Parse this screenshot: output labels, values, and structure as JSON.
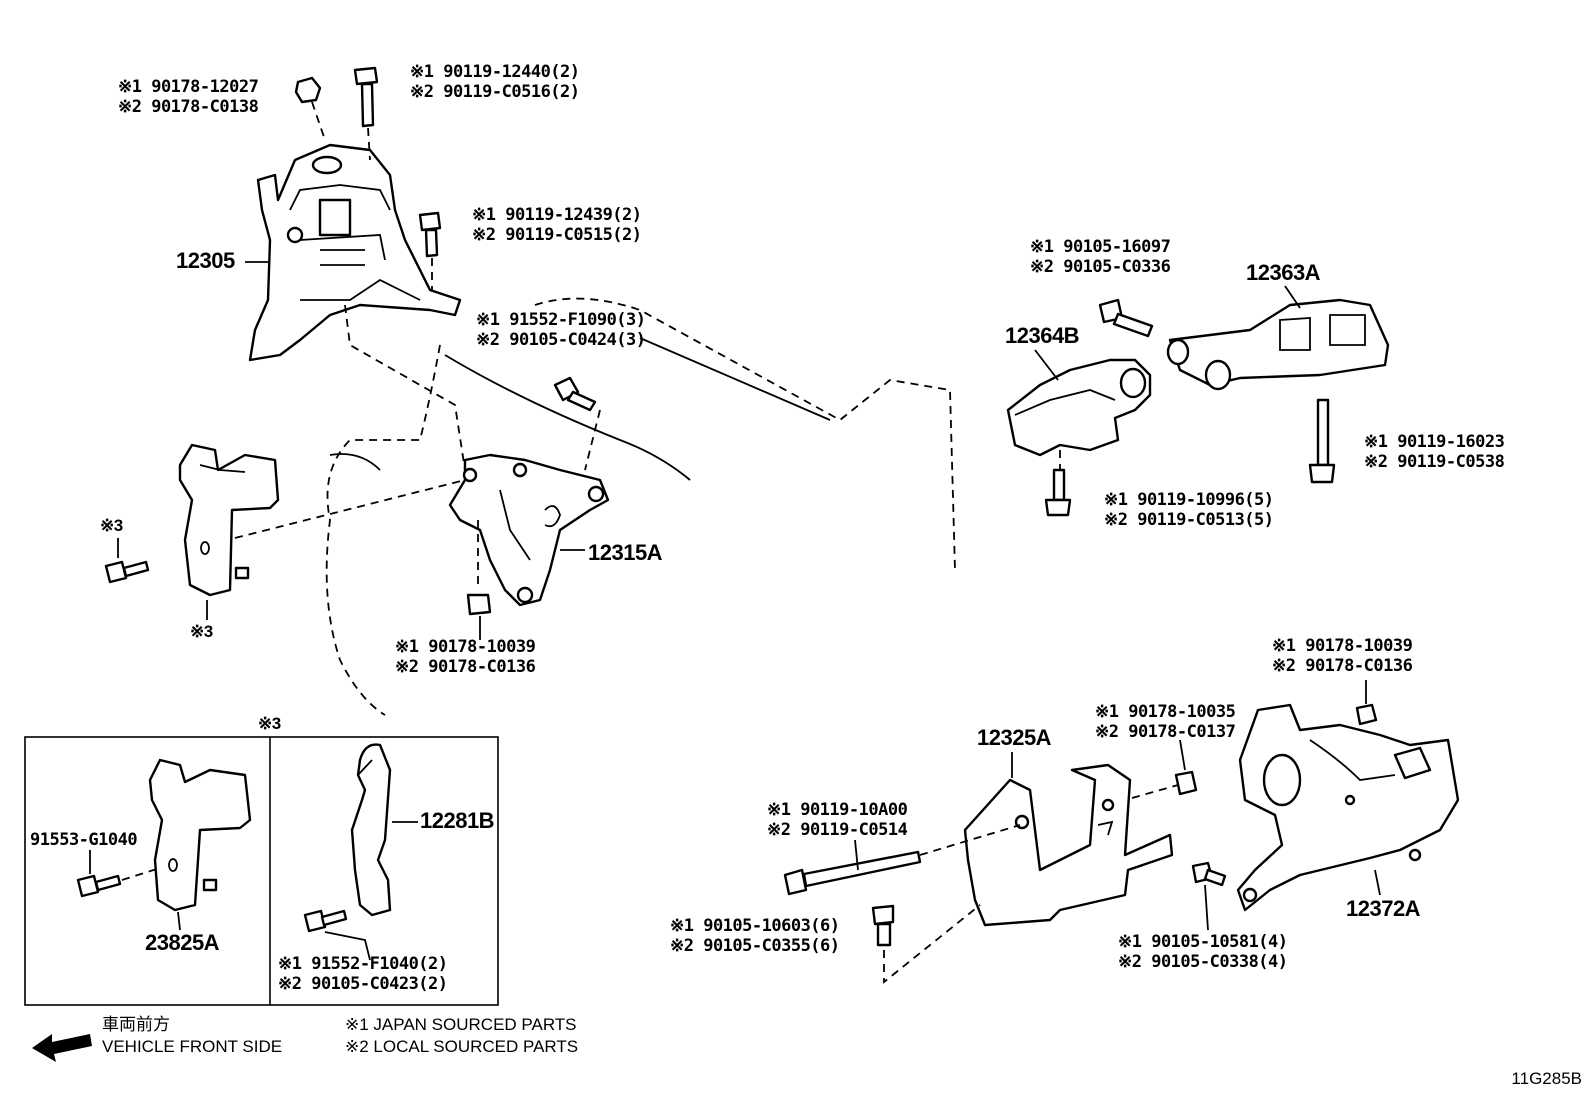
{
  "callouts": {
    "c1": {
      "l1": "※1 90178-12027",
      "l2": "※2 90178-C0138"
    },
    "c2": {
      "l1": "※1 90119-12440(2)",
      "l2": "※2 90119-C0516(2)"
    },
    "c3": {
      "l1": "※1 90119-12439(2)",
      "l2": "※2 90119-C0515(2)"
    },
    "c4": {
      "l1": "※1 91552-F1090(3)",
      "l2": "※2 90105-C0424(3)"
    },
    "c5": {
      "l1": "※1 90178-10039",
      "l2": "※2 90178-C0136"
    },
    "c6": {
      "l1": "※1 90105-16097",
      "l2": "※2 90105-C0336"
    },
    "c7": {
      "l1": "※1 90119-16023",
      "l2": "※2 90119-C0538"
    },
    "c8": {
      "l1": "※1 90119-10996(5)",
      "l2": "※2 90119-C0513(5)"
    },
    "c9": {
      "l1": "※1 90178-10039",
      "l2": "※2 90178-C0136"
    },
    "c10": {
      "l1": "※1 90178-10035",
      "l2": "※2 90178-C0137"
    },
    "c11": {
      "l1": "※1 90119-10A00",
      "l2": "※2 90119-C0514"
    },
    "c12": {
      "l1": "※1 90105-10603(6)",
      "l2": "※2 90105-C0355(6)"
    },
    "c13": {
      "l1": "※1 90105-10581(4)",
      "l2": "※2 90105-C0338(4)"
    },
    "c14": {
      "l1": "※1 91552-F1040(2)",
      "l2": "※2 90105-C0423(2)"
    },
    "c15": {
      "l1": "91553-G1040"
    }
  },
  "parts": {
    "p12305": "12305",
    "p12315A": "12315A",
    "p12364B": "12364B",
    "p12363A": "12363A",
    "p12325A": "12325A",
    "p12372A": "12372A",
    "p12281B": "12281B",
    "p23825A": "23825A"
  },
  "refs": {
    "ref3_top": "※3",
    "ref3_bottom": "※3",
    "ref3_box": "※3"
  },
  "legend": {
    "direction_jp": "車両前方",
    "direction_en": "VEHICLE FRONT SIDE",
    "note1": "※1  JAPAN SOURCED PARTS",
    "note2": "※2  LOCAL SOURCED PARTS"
  },
  "figure_code": "11G285B"
}
